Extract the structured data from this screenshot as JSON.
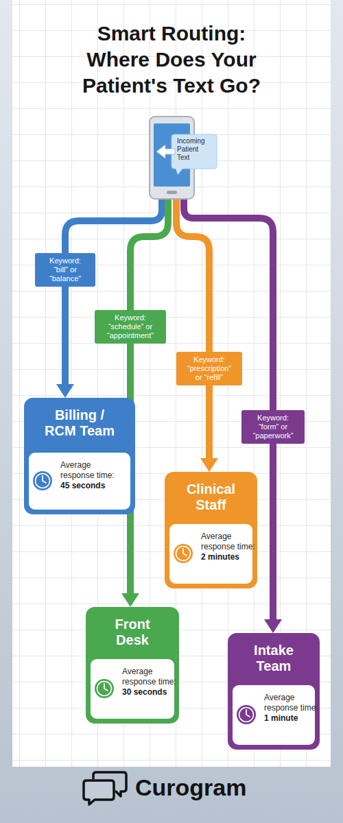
{
  "diagram": {
    "title": "Smart Routing: Where Does Your Patient's Text Go?",
    "nodes": [
      {
        "text": [
          "Incoming Patient Text"
        ]
      },
      {
        "text": [
          "Billing / RCM Team"
        ]
      },
      {
        "text": [
          "Average response time:",
          "45 seconds"
        ],
        "in": 1
      },
      {
        "text": [
          "Clinical Staff"
        ]
      },
      {
        "text": [
          "Average response time:",
          "2 minutes"
        ],
        "in": 3
      },
      {
        "text": [
          "Front Desk"
        ]
      },
      {
        "text": [
          "Average response time:",
          "30 seconds"
        ],
        "in": 5
      },
      {
        "text": [
          "Intake Team"
        ]
      },
      {
        "text": [
          "Average response time:",
          "1 minute"
        ],
        "in": 7
      }
    ],
    "edges": [
      {
        "from": 0,
        "to": 1,
        "label": "Keyword: “bill” or “balance”",
        "arrow": "to"
      },
      {
        "from": 0,
        "to": 5,
        "label": "Keyword: “schedule” or “appointment”",
        "arrow": "to"
      },
      {
        "from": 0,
        "to": 3,
        "label": "Keyword: “prescription” or “refill”",
        "arrow": "to"
      },
      {
        "from": 0,
        "to": 7,
        "label": "Keyword: “form” or “paperwork”",
        "arrow": "to"
      }
    ],
    "labels": [
      "Curogram"
    ]
  }
}
